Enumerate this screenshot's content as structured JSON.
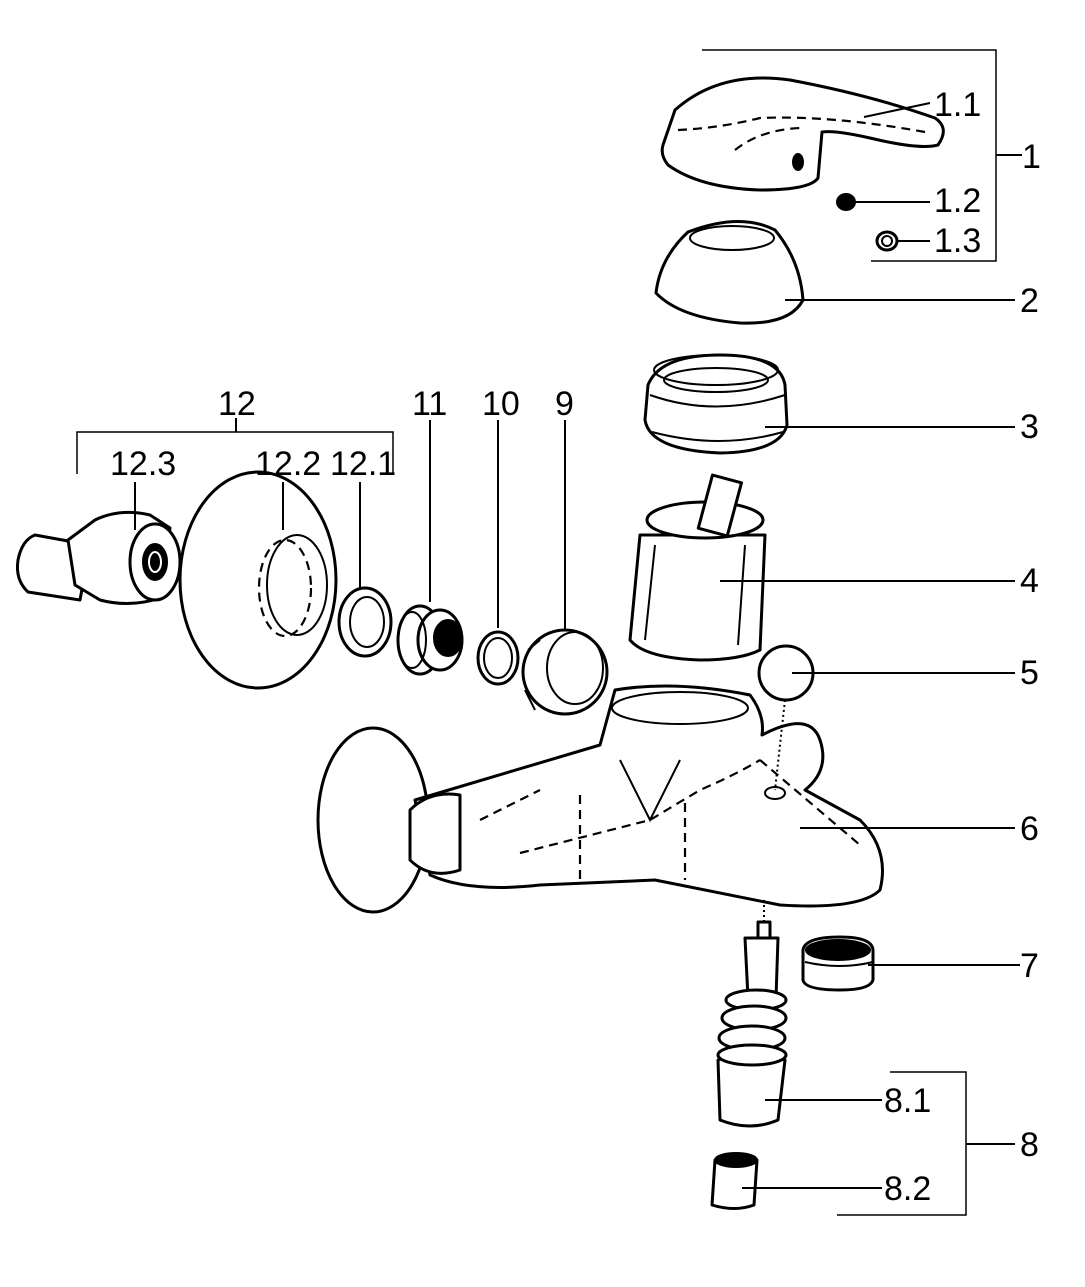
{
  "diagram": {
    "type": "exploded-parts-view",
    "subject": "single-lever bath mixer tap",
    "labels": {
      "p1": "1",
      "p1_1": "1.1",
      "p1_2": "1.2",
      "p1_3": "1.3",
      "p2": "2",
      "p3": "3",
      "p4": "4",
      "p5": "5",
      "p6": "6",
      "p7": "7",
      "p8": "8",
      "p8_1": "8.1",
      "p8_2": "8.2",
      "p9": "9",
      "p10": "10",
      "p11": "11",
      "p12": "12",
      "p12_1": "12.1",
      "p12_2": "12.2",
      "p12_3": "12.3"
    },
    "groups": [
      {
        "id": "1",
        "children": [
          "1.1",
          "1.2",
          "1.3"
        ]
      },
      {
        "id": "8",
        "children": [
          "8.1",
          "8.2"
        ]
      },
      {
        "id": "12",
        "children": [
          "12.1",
          "12.2",
          "12.3"
        ]
      }
    ]
  }
}
